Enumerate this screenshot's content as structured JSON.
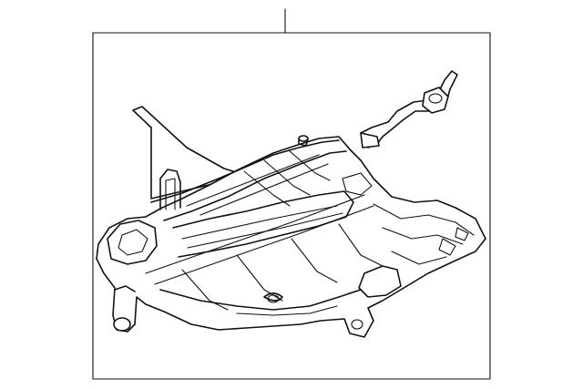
{
  "diagram": {
    "kind": "exploded-part-illustration",
    "callouts": [],
    "parts": [
      {
        "name": "shifter-housing-plate"
      },
      {
        "name": "shift-lever-arm"
      }
    ],
    "colors": {
      "line": "#111111",
      "background": "#ffffff"
    }
  }
}
